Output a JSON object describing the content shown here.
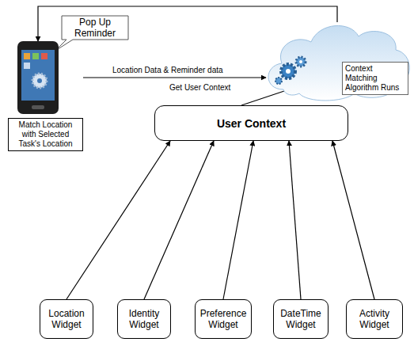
{
  "diagram": {
    "nodes": [
      {
        "text": [
          "Match Location with Selected Task's Location"
        ]
      },
      {
        "text": [
          "Context Matching Algorithm Runs"
        ]
      },
      {
        "text": [
          "User Context"
        ]
      },
      {
        "text": [
          "Location Widget"
        ]
      },
      {
        "text": [
          "Identity Widget"
        ]
      },
      {
        "text": [
          "Preference Widget"
        ]
      },
      {
        "text": [
          "DateTime Widget"
        ]
      },
      {
        "text": [
          "Activity Widget"
        ]
      }
    ],
    "edges": [
      {
        "from": 0,
        "to": 1,
        "label": "Location Data & Reminder data",
        "arrow": "to"
      },
      {
        "from": 1,
        "to": 0,
        "arrow": "to"
      },
      {
        "from": 2,
        "to": 1,
        "label": "Get User Context",
        "arrow": "to"
      },
      {
        "from": 3,
        "to": 2,
        "arrow": "to"
      },
      {
        "from": 4,
        "to": 2,
        "arrow": "to"
      },
      {
        "from": 5,
        "to": 2,
        "arrow": "to"
      },
      {
        "from": 6,
        "to": 2,
        "arrow": "to"
      },
      {
        "from": 7,
        "to": 2,
        "arrow": "to"
      }
    ],
    "labels": [
      "Pop Up Reminder"
    ]
  }
}
